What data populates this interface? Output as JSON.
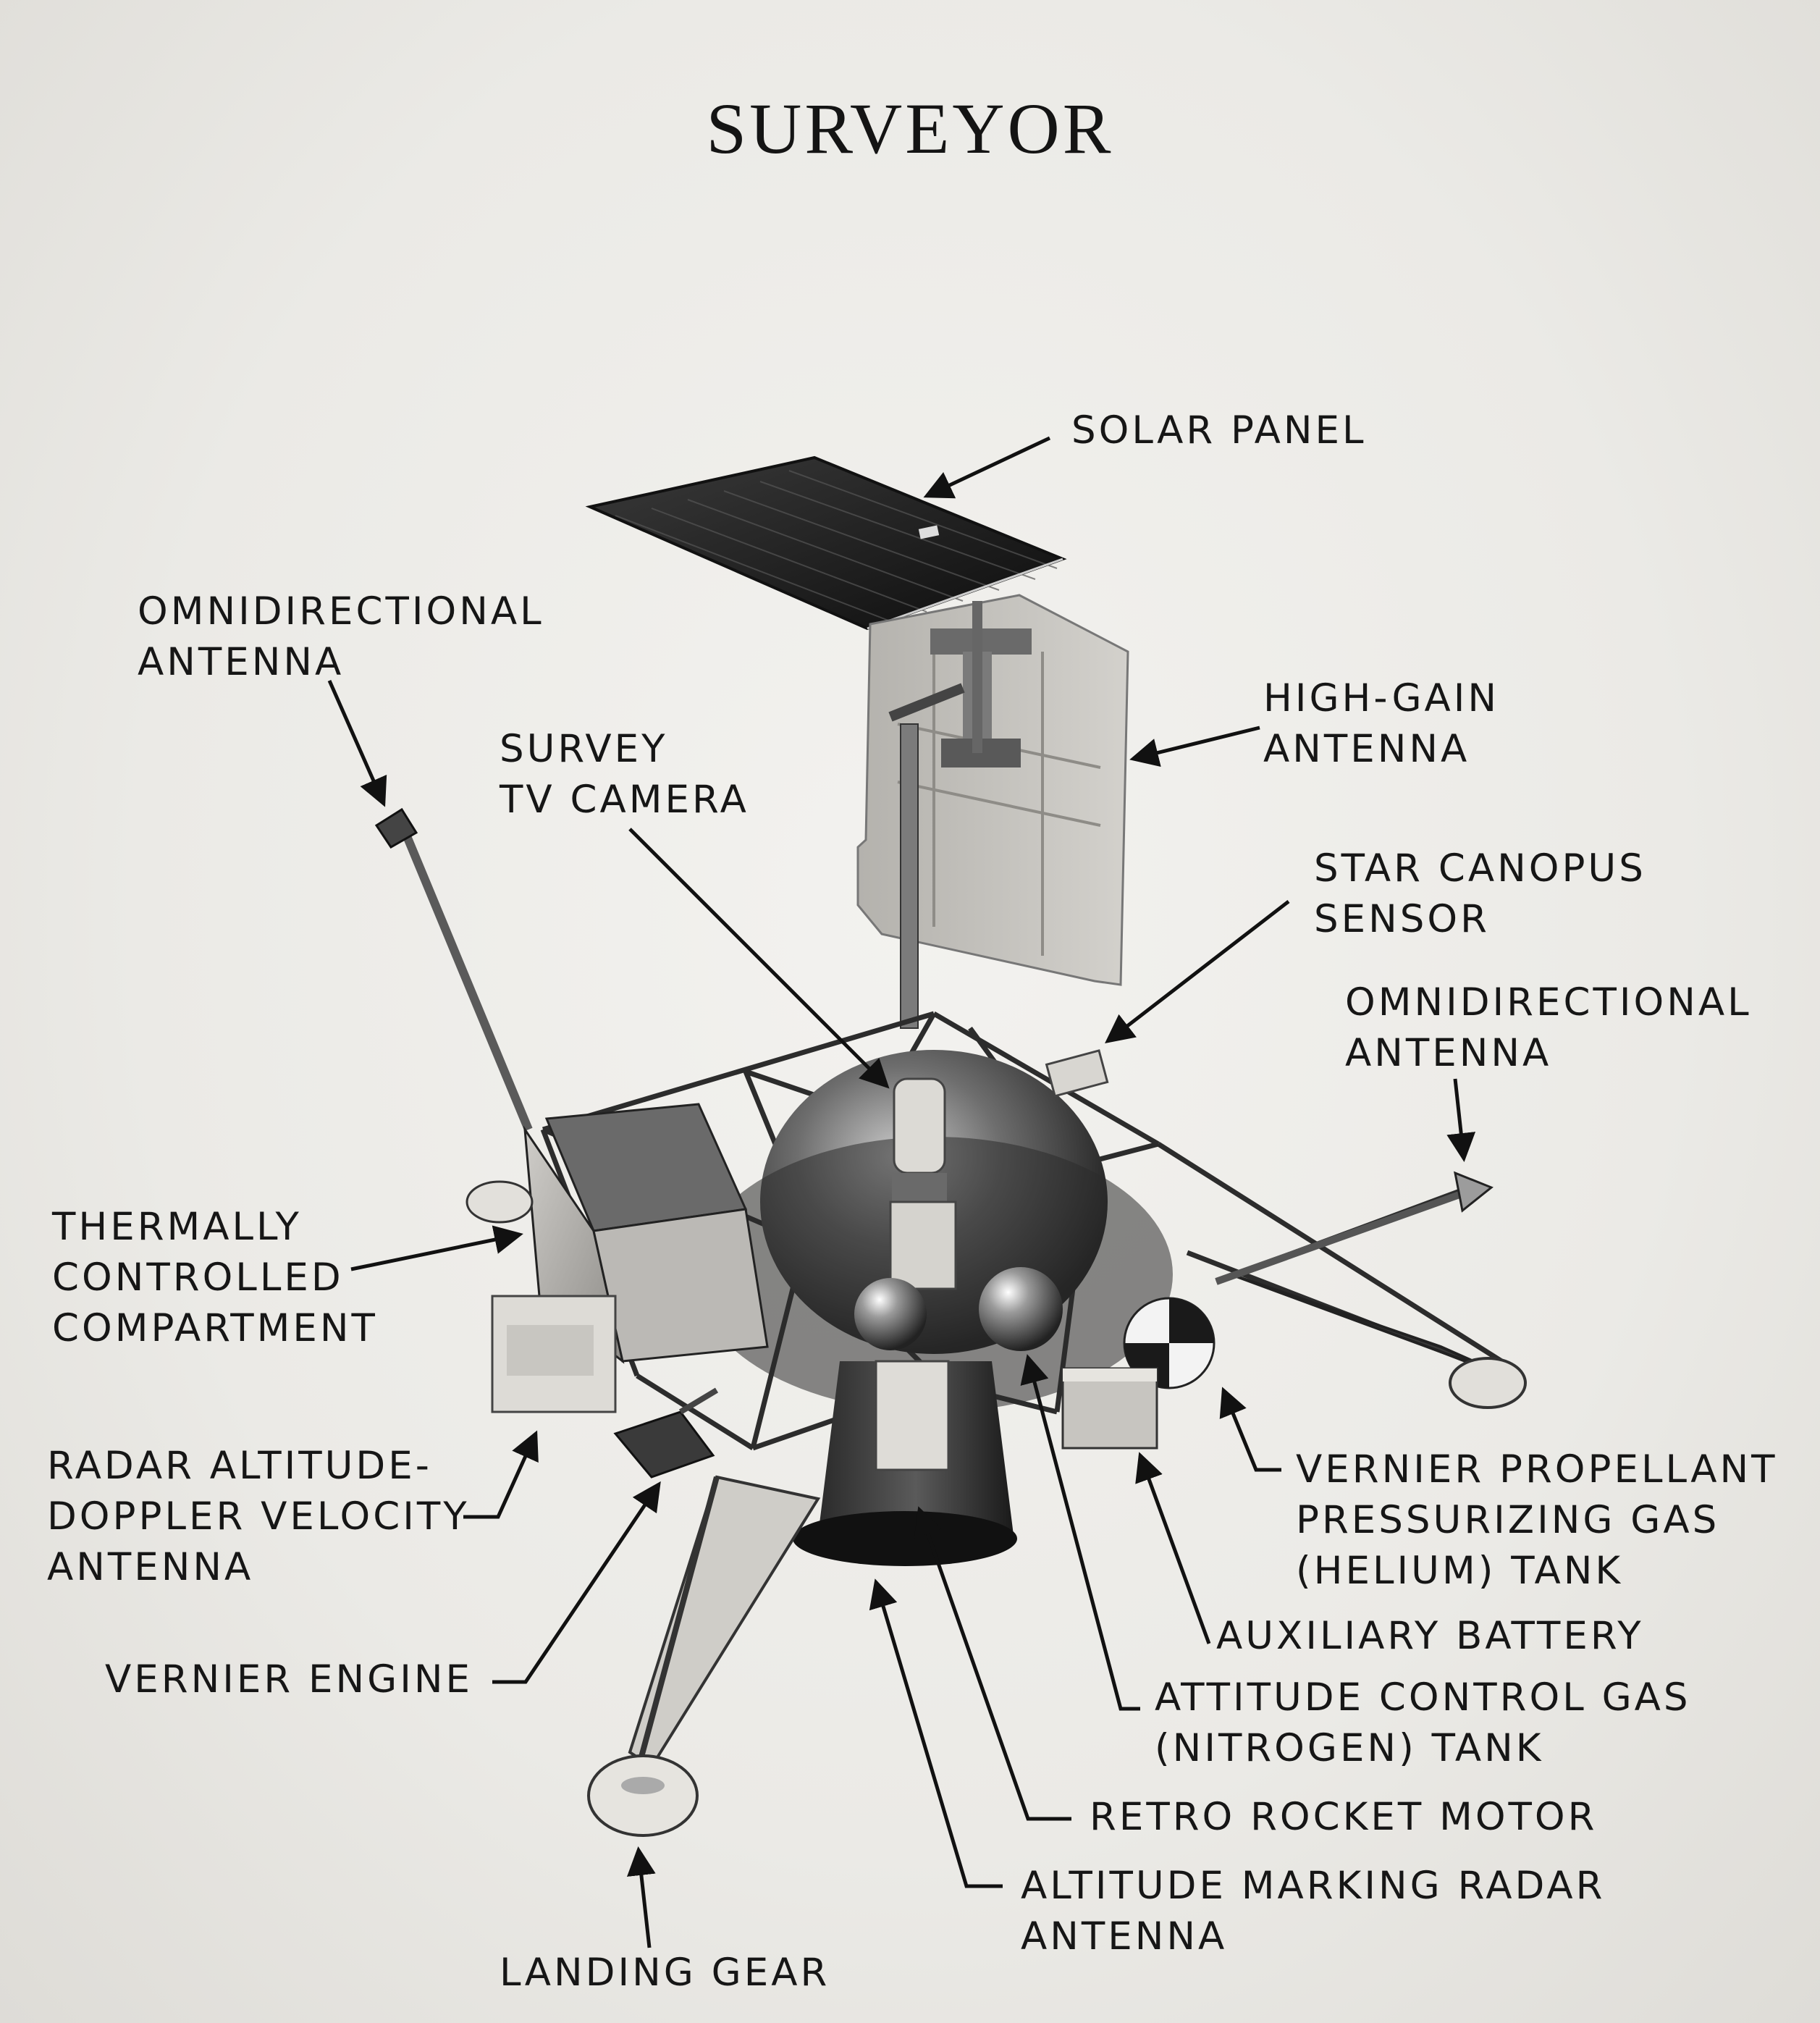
{
  "title": "SURVEYOR",
  "labels": {
    "solar_panel": [
      "SOLAR PANEL"
    ],
    "omni_antenna_left": [
      "OMNIDIRECTIONAL",
      "ANTENNA"
    ],
    "high_gain_antenna": [
      "HIGH-GAIN",
      "ANTENNA"
    ],
    "survey_tv_camera": [
      "SURVEY",
      "TV CAMERA"
    ],
    "star_canopus_sensor": [
      "STAR CANOPUS",
      "SENSOR"
    ],
    "omni_antenna_right": [
      "OMNIDIRECTIONAL",
      "ANTENNA"
    ],
    "thermally_controlled_compartment": [
      "THERMALLY",
      "CONTROLLED",
      "COMPARTMENT"
    ],
    "radar_altitude_doppler": [
      "RADAR ALTITUDE-",
      "DOPPLER VELOCITY",
      "ANTENNA"
    ],
    "vernier_propellant_tank": [
      "VERNIER PROPELLANT",
      "PRESSURIZING GAS",
      "(HELIUM) TANK"
    ],
    "auxiliary_battery": [
      "AUXILIARY BATTERY"
    ],
    "vernier_engine": [
      "VERNIER ENGINE"
    ],
    "attitude_control_gas_tank": [
      "ATTITUDE CONTROL GAS",
      "(NITROGEN) TANK"
    ],
    "retro_rocket_motor": [
      "RETRO ROCKET MOTOR"
    ],
    "altitude_marking_radar": [
      "ALTITUDE MARKING RADAR",
      "ANTENNA"
    ],
    "landing_gear": [
      "LANDING GEAR"
    ]
  }
}
